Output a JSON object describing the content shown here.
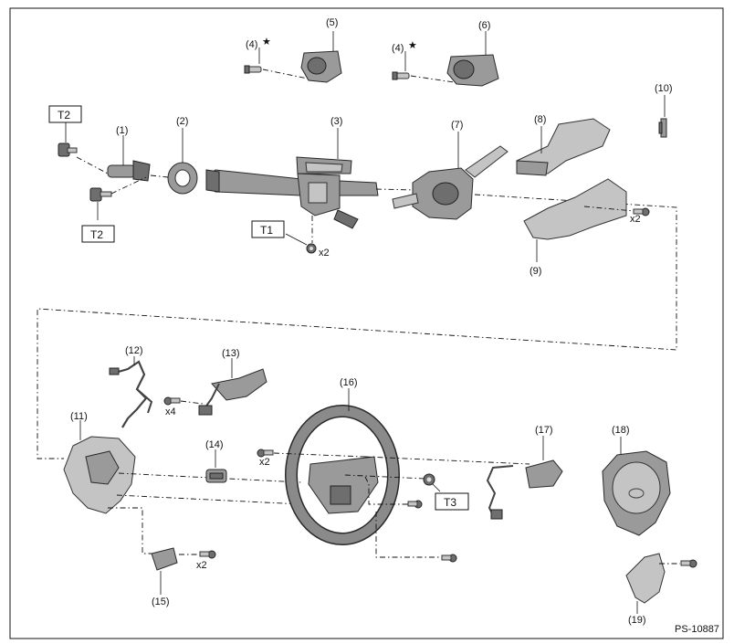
{
  "diagram": {
    "figure_id": "PS-10887",
    "labels": {
      "p1": "(1)",
      "p2": "(2)",
      "p3": "(3)",
      "p4a": "(4)",
      "p4b": "(4)",
      "p5": "(5)",
      "p6": "(6)",
      "p7": "(7)",
      "p8": "(8)",
      "p9": "(9)",
      "p10": "(10)",
      "p11": "(11)",
      "p12": "(12)",
      "p13": "(13)",
      "p14": "(14)",
      "p15": "(15)",
      "p16": "(16)",
      "p17": "(17)",
      "p18": "(18)",
      "p19": "(19)"
    },
    "star": "★",
    "torque": {
      "t1": "T1",
      "t2a": "T2",
      "t2b": "T2",
      "t3": "T3"
    },
    "qty": {
      "q_t1": "x2",
      "q9": "x2",
      "q13": "x4",
      "q16": "x2",
      "q15": "x2"
    }
  }
}
